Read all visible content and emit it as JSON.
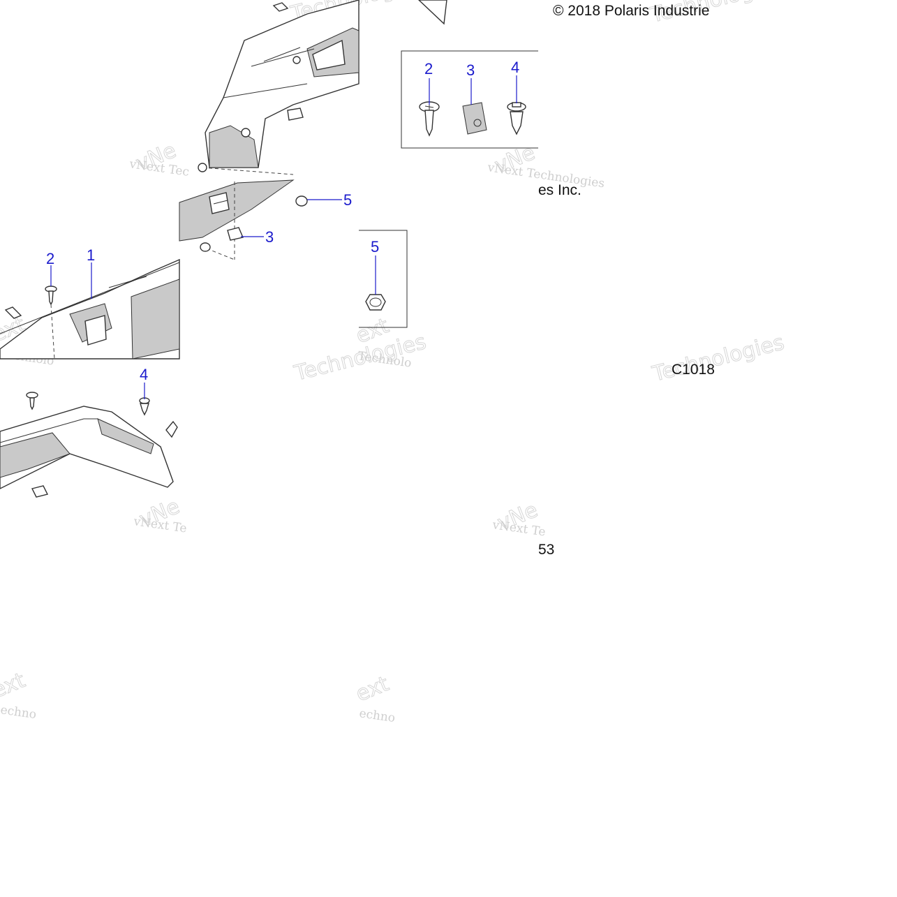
{
  "header": {
    "copyright": "© 2018 Polaris Industrie"
  },
  "footer": {
    "code": "C1018",
    "fragment_a": "es Inc.",
    "fragment_b": "53"
  },
  "callouts": {
    "fender_part": "1",
    "screw_main": "2",
    "clip_main": "3",
    "rivet_main": "4",
    "nut_main": "5",
    "kit_screw": "2",
    "kit_clip": "3",
    "kit_rivet": "4",
    "nut_box": "5"
  },
  "watermarks": {
    "brand_a": "vNext Tec",
    "brand_b": "vNext Technologies",
    "brand_c": "vNext Te",
    "word_tech": "Technologies",
    "word_tech_short": "Technolo",
    "word_vne": "vNe",
    "word_ext": "ext",
    "word_echno": "echno"
  },
  "colors": {
    "callout": "#1a1acc",
    "line": "#333333",
    "shade": "#c9c9c9",
    "watermark": "#cfcfcf"
  }
}
